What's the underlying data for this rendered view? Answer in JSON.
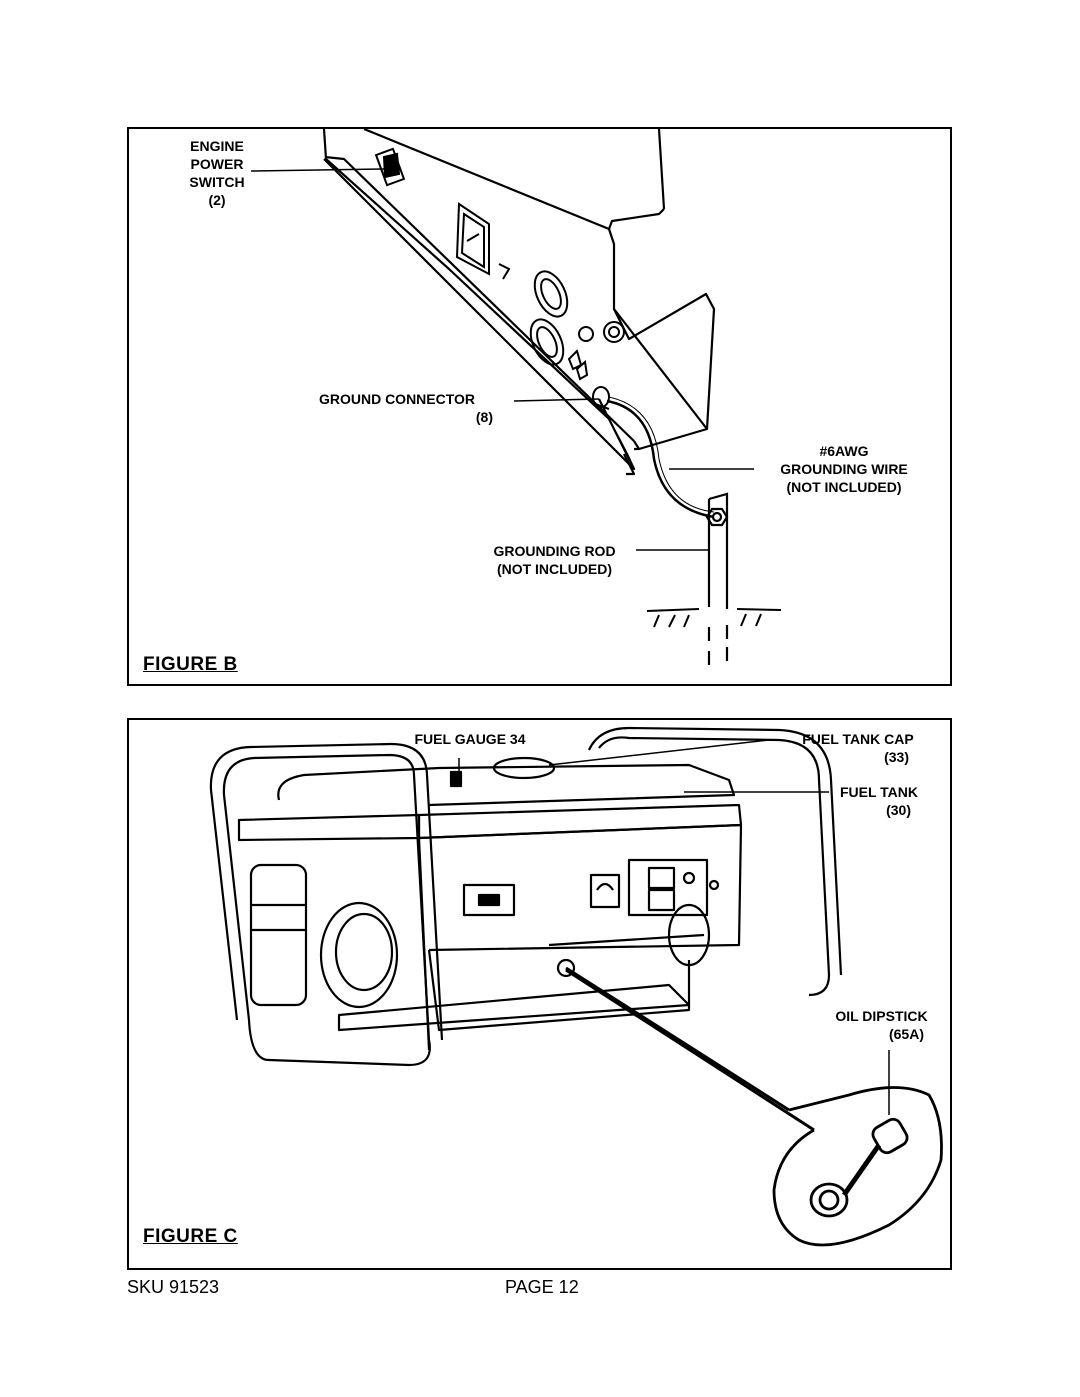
{
  "figure_b": {
    "title": "FIGURE B",
    "labels": {
      "engine_power_switch": [
        "ENGINE",
        "POWER",
        "SWITCH",
        "(2)"
      ],
      "ground_connector": [
        "GROUND CONNECTOR",
        "(8)"
      ],
      "grounding_wire": [
        "#6AWG",
        "GROUNDING WIRE",
        "(NOT INCLUDED)"
      ],
      "grounding_rod": [
        "GROUNDING ROD",
        "(NOT INCLUDED)"
      ]
    }
  },
  "figure_c": {
    "title": "FIGURE C",
    "labels": {
      "fuel_gauge": "FUEL GAUGE 34",
      "fuel_tank_cap": [
        "FUEL TANK CAP",
        "(33)"
      ],
      "fuel_tank": [
        "FUEL TANK",
        "(30)"
      ],
      "oil_dipstick": [
        "OIL DIPSTICK",
        "(65A)"
      ]
    }
  },
  "footer": {
    "sku": "SKU 91523",
    "page": "PAGE 12"
  }
}
